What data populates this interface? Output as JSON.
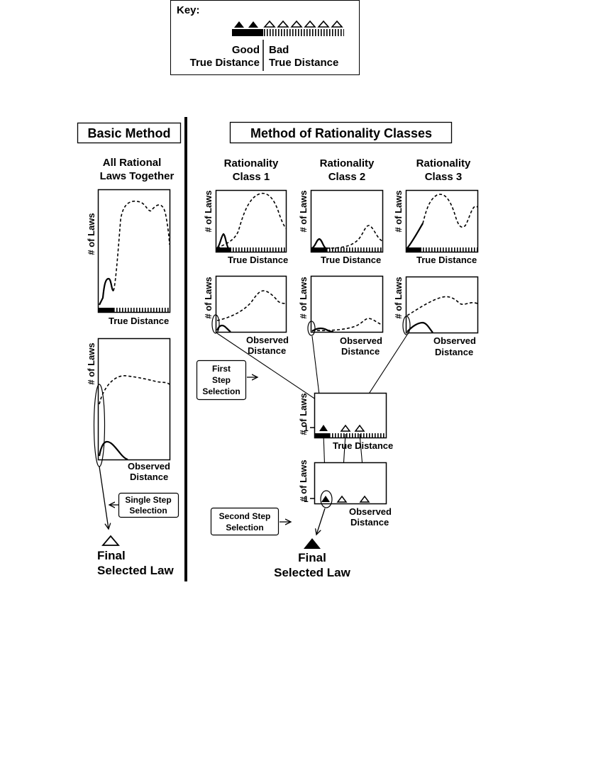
{
  "key": {
    "title": "Key:",
    "good_line1": "Good",
    "good_line2": "True Distance",
    "bad_line1": "Bad",
    "bad_line2": "True Distance"
  },
  "basic": {
    "heading": "Basic Method",
    "subtitle_line1": "All Rational",
    "subtitle_line2": "Laws Together",
    "true_plot": {
      "ylabel": "# of Laws",
      "xlabel": "True Distance"
    },
    "obs_plot": {
      "ylabel": "# of Laws",
      "xlabel_line1": "Observed",
      "xlabel_line2": "Distance"
    },
    "selection_line1": "Single Step",
    "selection_line2": "Selection",
    "final_line1": "Final",
    "final_line2": "Selected Law"
  },
  "rational": {
    "heading": "Method of Rationality Classes",
    "classes": [
      {
        "line1": "Rationality",
        "line2": "Class 1"
      },
      {
        "line1": "Rationality",
        "line2": "Class 2"
      },
      {
        "line1": "Rationality",
        "line2": "Class 3"
      }
    ],
    "ylabel": "# of Laws",
    "true_xlabel": "True Distance",
    "obs_xlabel_line1": "Observed",
    "obs_xlabel_line2": "Distance",
    "first_step": {
      "line1": "First",
      "line2": "Step",
      "line3": "Selection"
    },
    "combined_true": {
      "ylabel": "# of Laws",
      "tick": "1",
      "xlabel": "True Distance"
    },
    "combined_obs": {
      "ylabel": "# of Laws",
      "tick": "1",
      "xlabel_line1": "Observed",
      "xlabel_line2": "Distance"
    },
    "second_step": {
      "line1": "Second Step",
      "line2": "Selection"
    },
    "final_line1": "Final",
    "final_line2": "Selected Law"
  }
}
